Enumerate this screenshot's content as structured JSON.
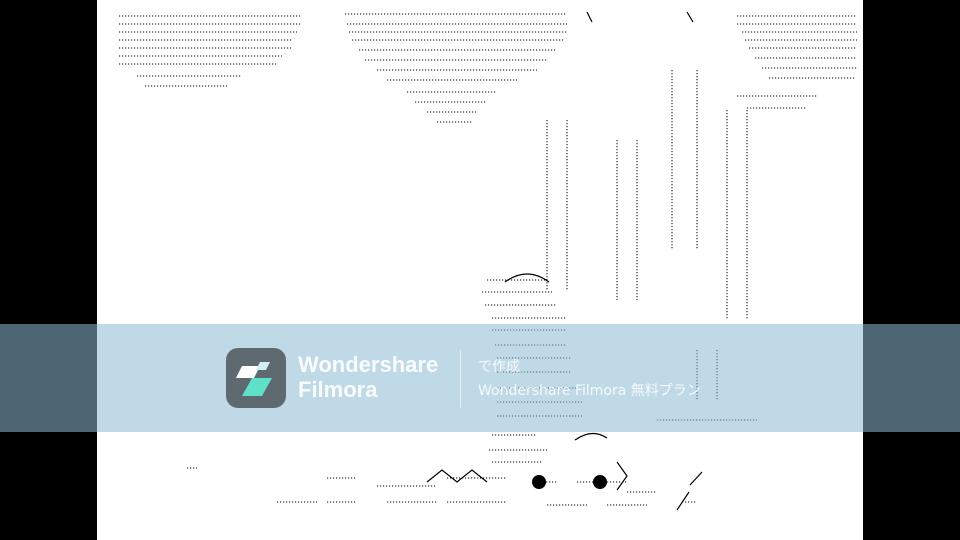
{
  "watermark": {
    "brand_line1": "Wondershare",
    "brand_line2": "Filmora",
    "caption_line1": "で作成",
    "caption_line2": "Wondershare Filmora 無料プラン",
    "logo_icon": "filmora-logo-icon",
    "band_color": "#8cb9d2"
  },
  "colors": {
    "letterbox": "#000000",
    "canvas": "#ffffff",
    "art": "#000000"
  }
}
